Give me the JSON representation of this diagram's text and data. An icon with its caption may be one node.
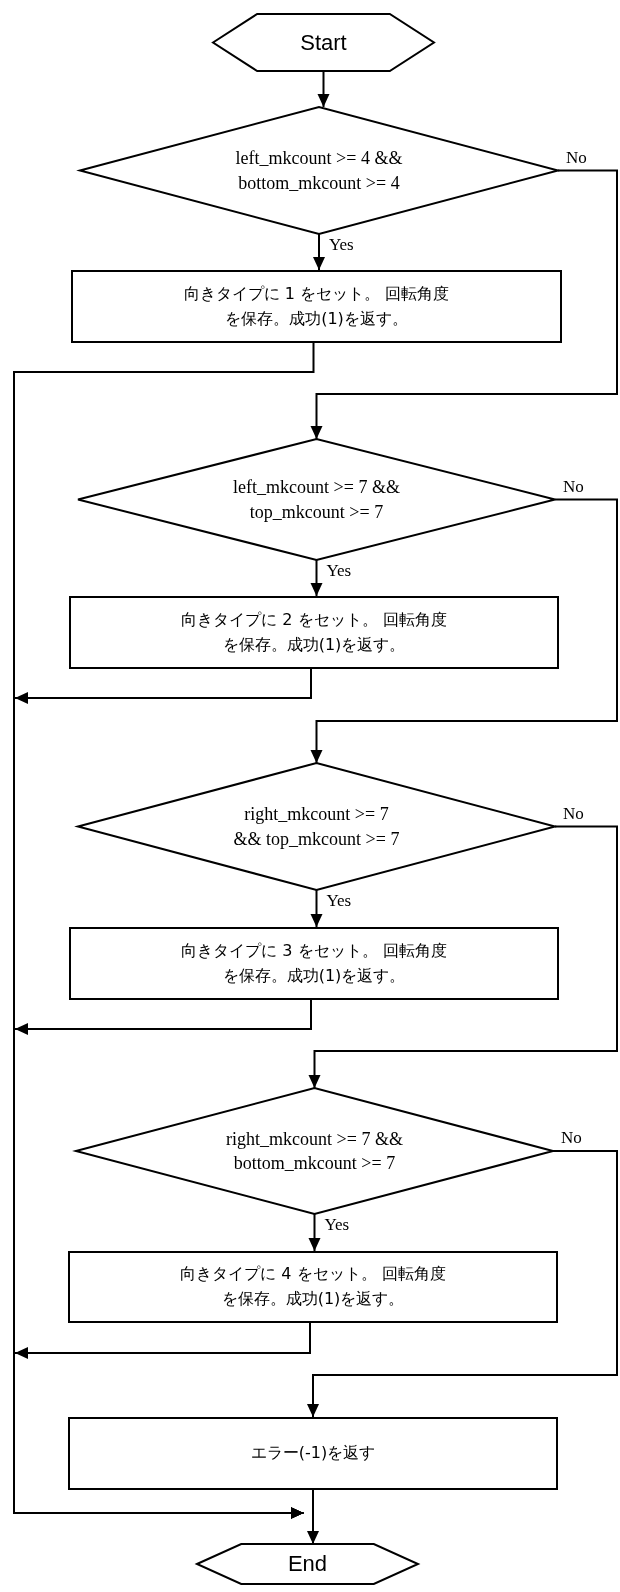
{
  "diagram": {
    "nodes": [
      {
        "text": [
          "Start"
        ]
      },
      {
        "text": [
          "left_mkcount >= 4 && bottom_mkcount >= 4"
        ]
      },
      {
        "text": [
          "向きタイプに 1 をセット。 回転角度を保存。成功(1)を返す。"
        ]
      },
      {
        "text": [
          "left_mkcount >= 7 && top_mkcount >= 7"
        ]
      },
      {
        "text": [
          "向きタイプに 2 をセット。 回転角度を保存。成功(1)を返す。"
        ]
      },
      {
        "text": [
          "right_mkcount >= 7 && top_mkcount >= 7"
        ]
      },
      {
        "text": [
          "向きタイプに 3 をセット。 回転角度を保存。成功(1)を返す。"
        ]
      },
      {
        "text": [
          "right_mkcount >= 7 && bottom_mkcount >= 7"
        ]
      },
      {
        "text": [
          "向きタイプに 4 をセット。 回転角度を保存。成功(1)を返す。"
        ]
      },
      {
        "text": [
          "エラー(-1)を返す"
        ]
      },
      {
        "text": [
          "End"
        ]
      }
    ],
    "edges": [
      {
        "from": 0,
        "to": 1,
        "arrow": "to"
      },
      {
        "from": 1,
        "to": 2,
        "arrow": "to",
        "label": "Yes"
      },
      {
        "from": 1,
        "to": 3,
        "arrow": "to",
        "label": "No"
      },
      {
        "from": 2,
        "to": 10,
        "arrow": "to"
      },
      {
        "from": 3,
        "to": 4,
        "arrow": "to",
        "label": "Yes"
      },
      {
        "from": 3,
        "to": 5,
        "arrow": "to",
        "label": "No"
      },
      {
        "from": 4,
        "to": 10,
        "arrow": "to"
      },
      {
        "from": 5,
        "to": 6,
        "arrow": "to",
        "label": "Yes"
      },
      {
        "from": 5,
        "to": 7,
        "arrow": "to",
        "label": "No"
      },
      {
        "from": 6,
        "to": 10,
        "arrow": "to"
      },
      {
        "from": 7,
        "to": 8,
        "arrow": "to",
        "label": "Yes"
      },
      {
        "from": 7,
        "to": 9,
        "arrow": "to",
        "label": "No"
      },
      {
        "from": 8,
        "to": 10,
        "arrow": "to"
      },
      {
        "from": 9,
        "to": 10,
        "arrow": "to"
      }
    ]
  }
}
